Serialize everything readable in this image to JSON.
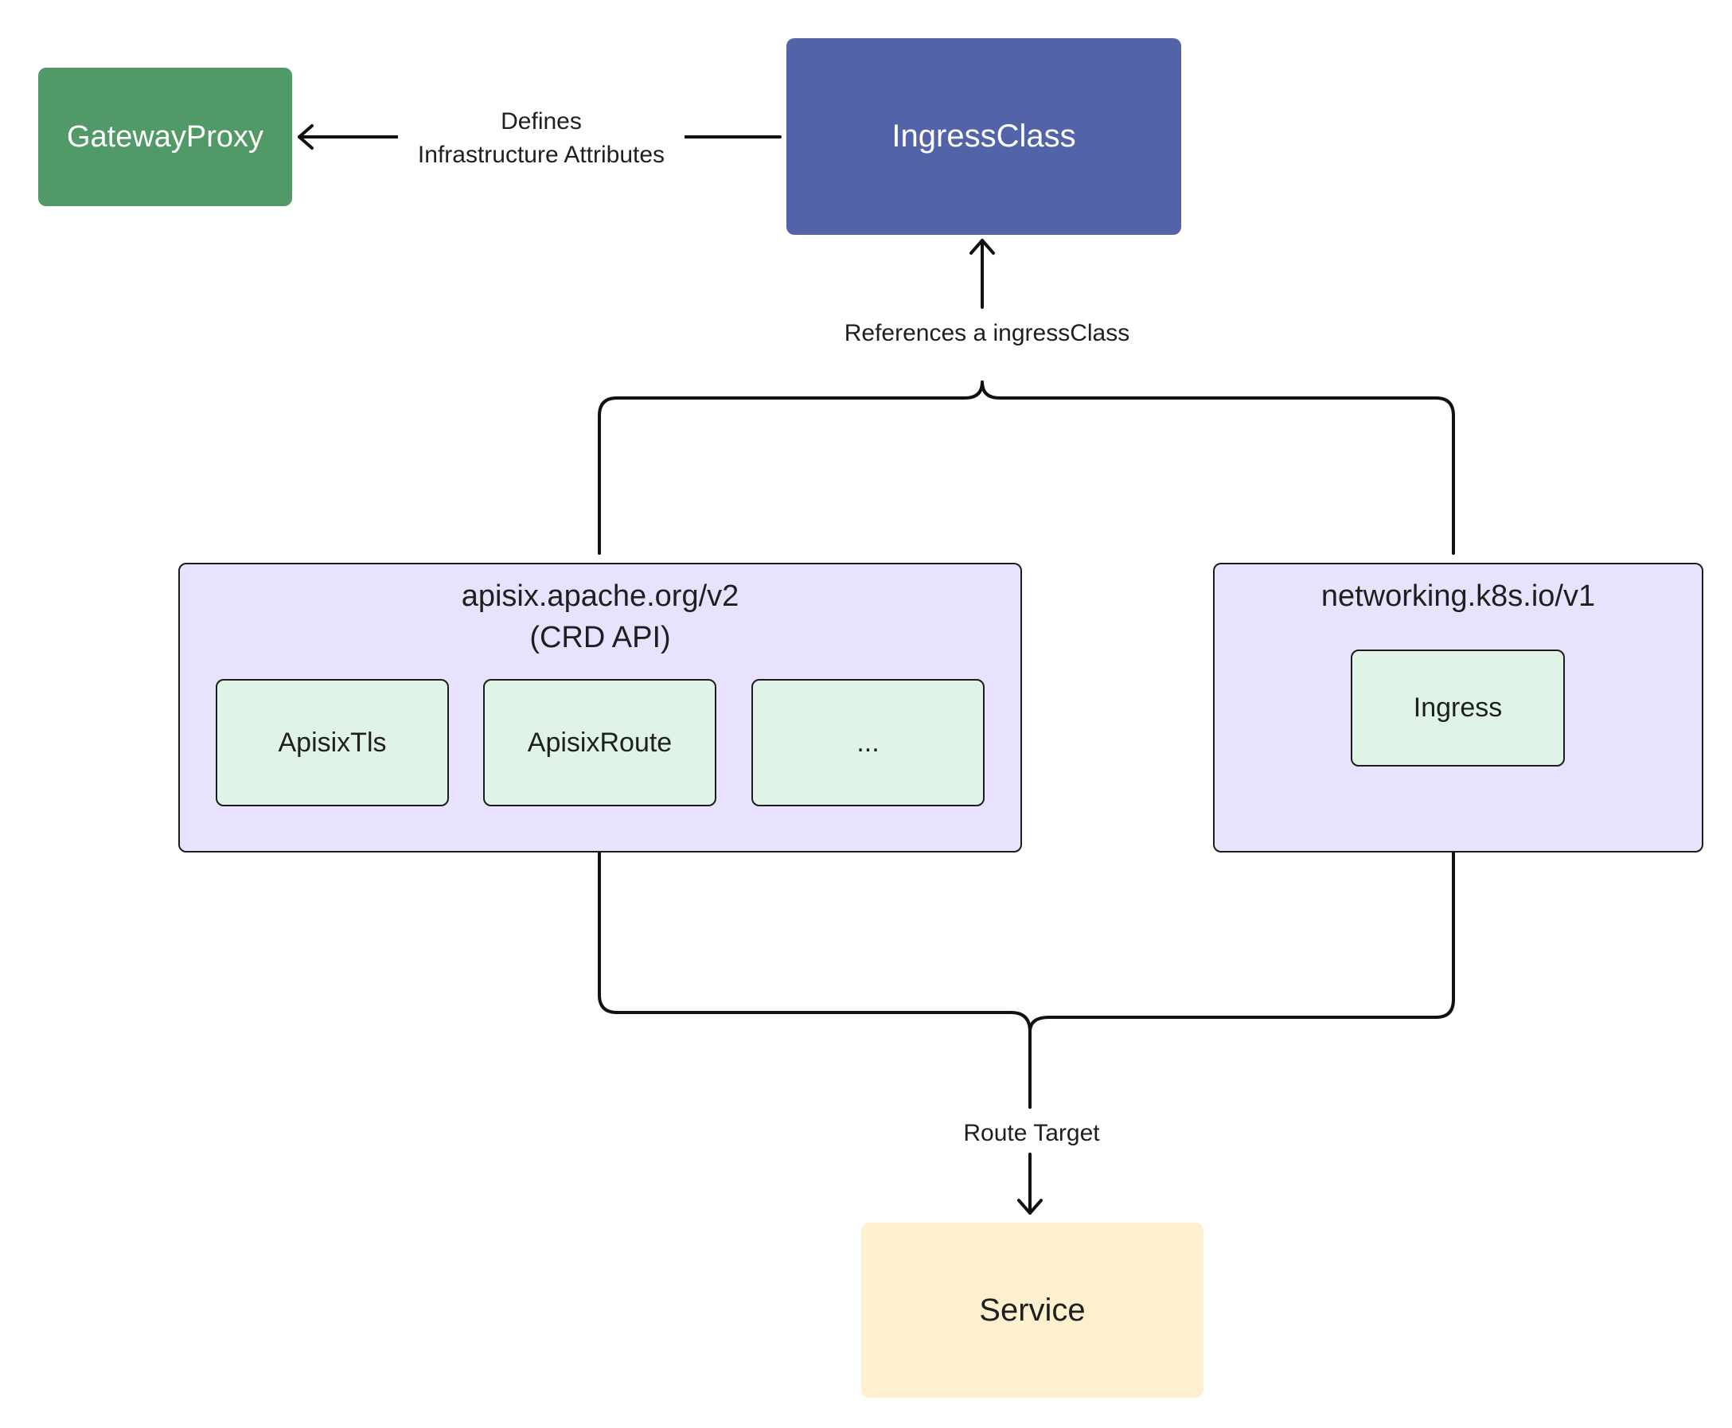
{
  "nodes": {
    "gateway_proxy": "GatewayProxy",
    "ingress_class": "IngressClass",
    "service": "Service"
  },
  "groups": {
    "apisix": {
      "title_line1": "apisix.apache.org/v2",
      "title_line2": "(CRD API)",
      "resources": [
        "ApisixTls",
        "ApisixRoute",
        "..."
      ]
    },
    "k8s": {
      "title": "networking.k8s.io/v1",
      "resources": [
        "Ingress"
      ]
    }
  },
  "edges": {
    "defines_line1": "Defines",
    "defines_line2": "Infrastructure Attributes",
    "references": "References a ingressClass",
    "route_target": "Route Target"
  },
  "colors": {
    "gateway_proxy": "#519966",
    "ingress_class": "#5363a7",
    "group_fill": "#e8e2ff",
    "resource_fill": "#dff4e6",
    "service": "#fdf0cf"
  }
}
